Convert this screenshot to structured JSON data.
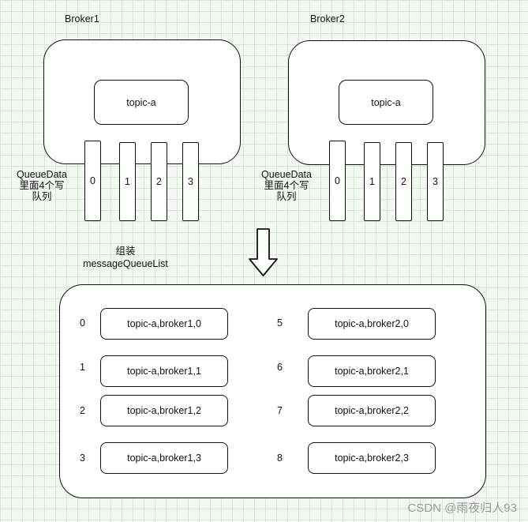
{
  "brokers": [
    {
      "name": "Broker1",
      "topic": "topic-a",
      "queue_data_label": [
        "QueueData",
        "里面4个写",
        "队列"
      ],
      "queues": [
        "0",
        "1",
        "2",
        "3"
      ]
    },
    {
      "name": "Broker2",
      "topic": "topic-a",
      "queue_data_label": [
        "QueueData",
        "里面4个写",
        "队列"
      ],
      "queues": [
        "0",
        "1",
        "2",
        "3"
      ]
    }
  ],
  "assemble_label": [
    "组装",
    "messageQueueList"
  ],
  "message_queue_list": [
    {
      "index": "0",
      "value": "topic-a,broker1,0"
    },
    {
      "index": "1",
      "value": "topic-a,broker1,1"
    },
    {
      "index": "2",
      "value": "topic-a,broker1,2"
    },
    {
      "index": "3",
      "value": "topic-a,broker1,3"
    },
    {
      "index": "5",
      "value": "topic-a,broker2,0"
    },
    {
      "index": "6",
      "value": "topic-a,broker2,1"
    },
    {
      "index": "7",
      "value": "topic-a,broker2,2"
    },
    {
      "index": "8",
      "value": "topic-a,broker2,3"
    }
  ],
  "watermark": "CSDN @雨夜归人93"
}
